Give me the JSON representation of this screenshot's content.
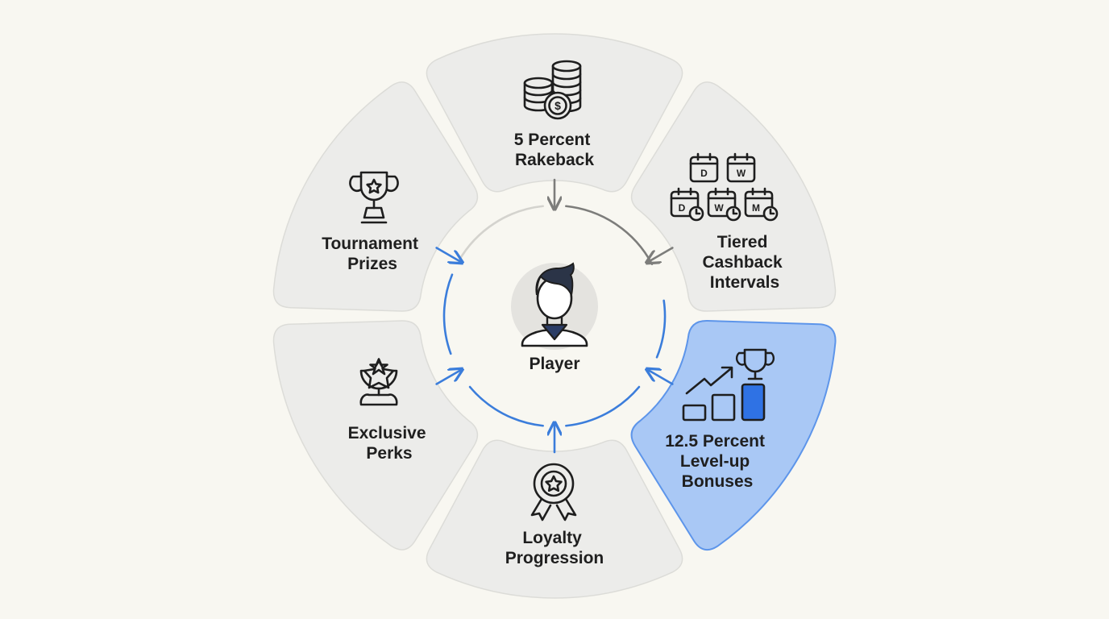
{
  "center": {
    "label": "Player",
    "icon": "player-avatar-icon"
  },
  "segments": [
    {
      "id": "rakeback",
      "lines": [
        "5 Percent",
        "Rakeback"
      ],
      "icon": "coin-stack-icon",
      "highlighted": false,
      "arrow_color": "gray"
    },
    {
      "id": "cashback",
      "lines": [
        "Tiered",
        "Cashback",
        "Intervals"
      ],
      "icon": "calendar-intervals-icon",
      "icon_letters": [
        "D",
        "W",
        "D",
        "W",
        "M"
      ],
      "highlighted": false,
      "arrow_color": "gray"
    },
    {
      "id": "levelup",
      "lines": [
        "12.5 Percent",
        "Level-up",
        "Bonuses"
      ],
      "icon": "level-up-chart-trophy-icon",
      "highlighted": true,
      "arrow_color": "blue"
    },
    {
      "id": "loyalty",
      "lines": [
        "Loyalty",
        "Progression"
      ],
      "icon": "award-ribbon-icon",
      "highlighted": false,
      "arrow_color": "blue"
    },
    {
      "id": "perks",
      "lines": [
        "Exclusive",
        "Perks"
      ],
      "icon": "star-trophy-icon",
      "highlighted": false,
      "arrow_color": "blue"
    },
    {
      "id": "tournament",
      "lines": [
        "Tournament",
        "Prizes"
      ],
      "icon": "trophy-cup-icon",
      "highlighted": false,
      "arrow_color": "blue"
    }
  ],
  "colors": {
    "background": "#f8f7f1",
    "segment_fill": "#ececea",
    "segment_stroke": "#dcdcd8",
    "highlight_fill": "#a9c8f5",
    "highlight_stroke": "#5d95ea",
    "accent_blue": "#3b7ddb",
    "arrow_gray": "#7d7d7b",
    "avatar_bg": "#e4e3df"
  }
}
